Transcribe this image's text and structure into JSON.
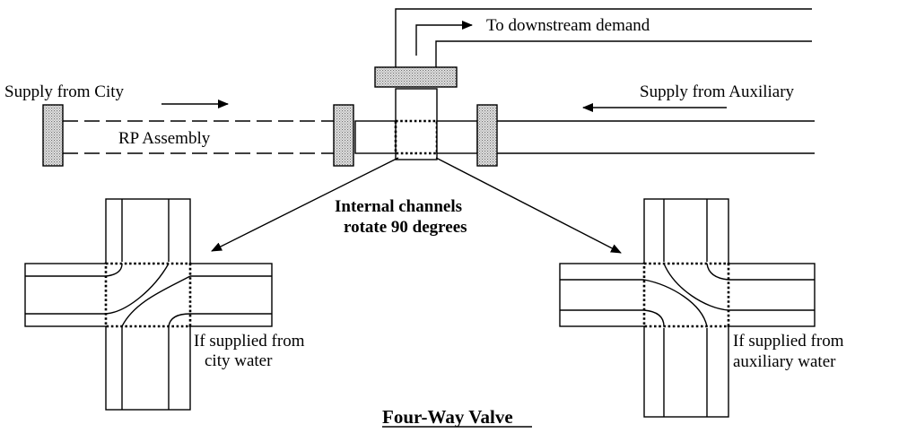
{
  "labels": {
    "supply_city": "Supply from City",
    "supply_auxiliary": "Supply from Auxiliary",
    "downstream": "To downstream demand",
    "rp_assembly": "RP Assembly",
    "internal_line1": "Internal  channels",
    "internal_line2": "rotate 90 degrees",
    "city_caption_line1": "If supplied from",
    "city_caption_line2": "city water",
    "aux_caption_line1": "If supplied from",
    "aux_caption_line2": "auxiliary water",
    "title": "Four-Way Valve"
  }
}
